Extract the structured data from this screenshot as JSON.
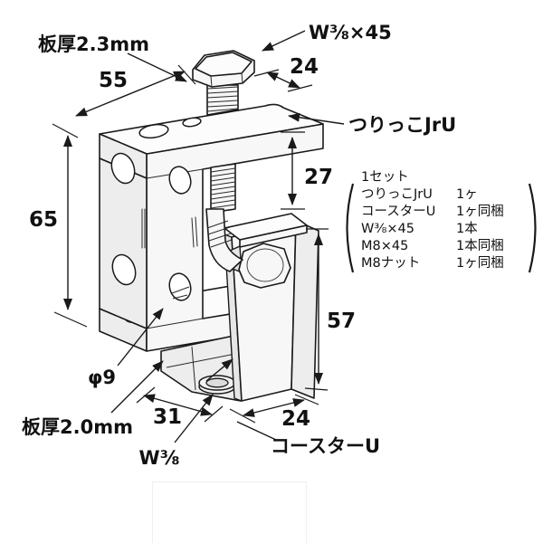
{
  "drawing": {
    "labels": {
      "plate_thickness_top": "板厚2.3mm",
      "width_top": "55",
      "bolt_spec_top": "W⅜×45",
      "depth_top": "24",
      "product_name": "つりっこJrU",
      "gap_height": "27",
      "wall_height": "65",
      "hanger_height": "57",
      "hole_dia": "φ9",
      "plate_thickness_bottom": "板厚2.0mm",
      "base_width": "31",
      "thread_spec": "W⅜",
      "coaster_name": "コースターU",
      "depth_bottom": "24"
    },
    "parts_list": {
      "title": "1セット",
      "rows": [
        {
          "name": "つりっこJrU",
          "qty": "1ヶ"
        },
        {
          "name": "コースターU",
          "qty": "1ヶ同梱"
        },
        {
          "name": "W⅜×45",
          "qty": "1本"
        },
        {
          "name": "M8×45",
          "qty": "1本同梱"
        },
        {
          "name": "M8ナット",
          "qty": "1ヶ同梱"
        }
      ]
    },
    "colors": {
      "line": "#1a1a1a",
      "face_light": "#fcfcfc",
      "face_mid": "#f0f0f0",
      "face_dark": "#e6e6e6",
      "background": "#ffffff"
    }
  }
}
